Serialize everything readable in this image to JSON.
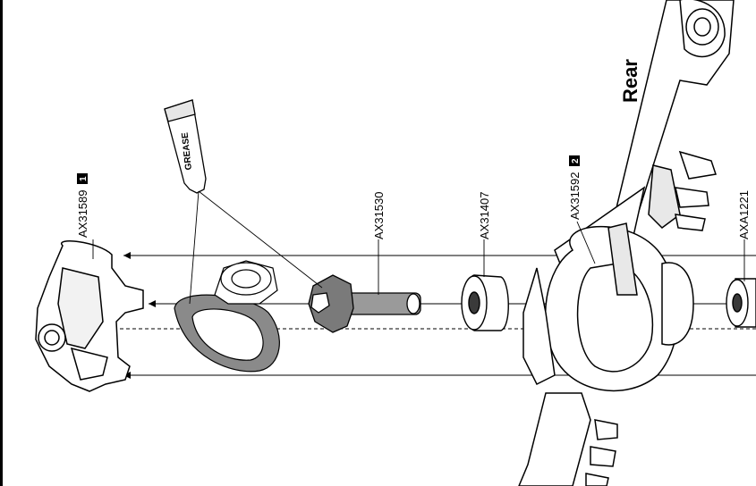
{
  "labels": {
    "rear": "Rear",
    "grease": "GREASE",
    "ax31589": "AX31589",
    "ax31589_step": "1",
    "ax31530": "AX31530",
    "ax31407": "AX31407",
    "ax31592": "AX31592",
    "ax31592_step": "2",
    "axa1221": "AXA1221"
  },
  "colors": {
    "line": "#000000",
    "part_fill": "#ffffff",
    "shade": "#9a9a9a",
    "dark": "#3a3a3a"
  }
}
